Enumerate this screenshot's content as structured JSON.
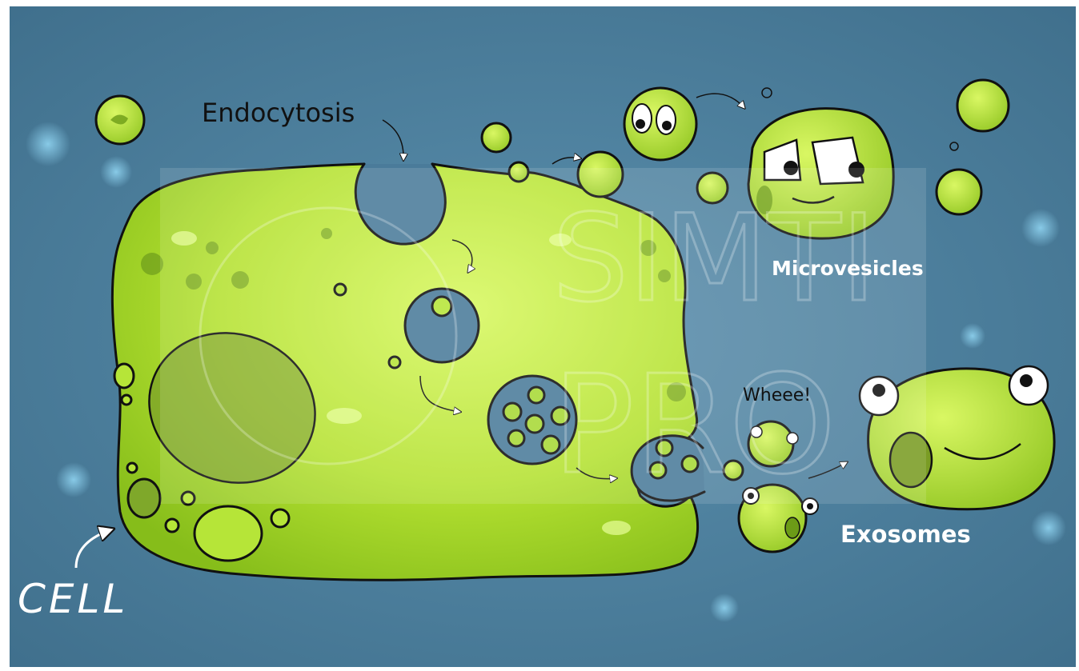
{
  "labels": {
    "endocytosis": "Endocytosis",
    "microvesicles": "Microvesicles",
    "exosomes": "Exosomes",
    "wheee": "Wheee!",
    "cell": "CELL"
  },
  "watermark": {
    "line1": "SIMTI",
    "line2": "PRO"
  },
  "colors": {
    "background": "#4a7b9a",
    "cell_green": "#b8e83a",
    "cell_dark": "#7fb51e",
    "outline": "#111111",
    "label_white": "#ffffff"
  }
}
